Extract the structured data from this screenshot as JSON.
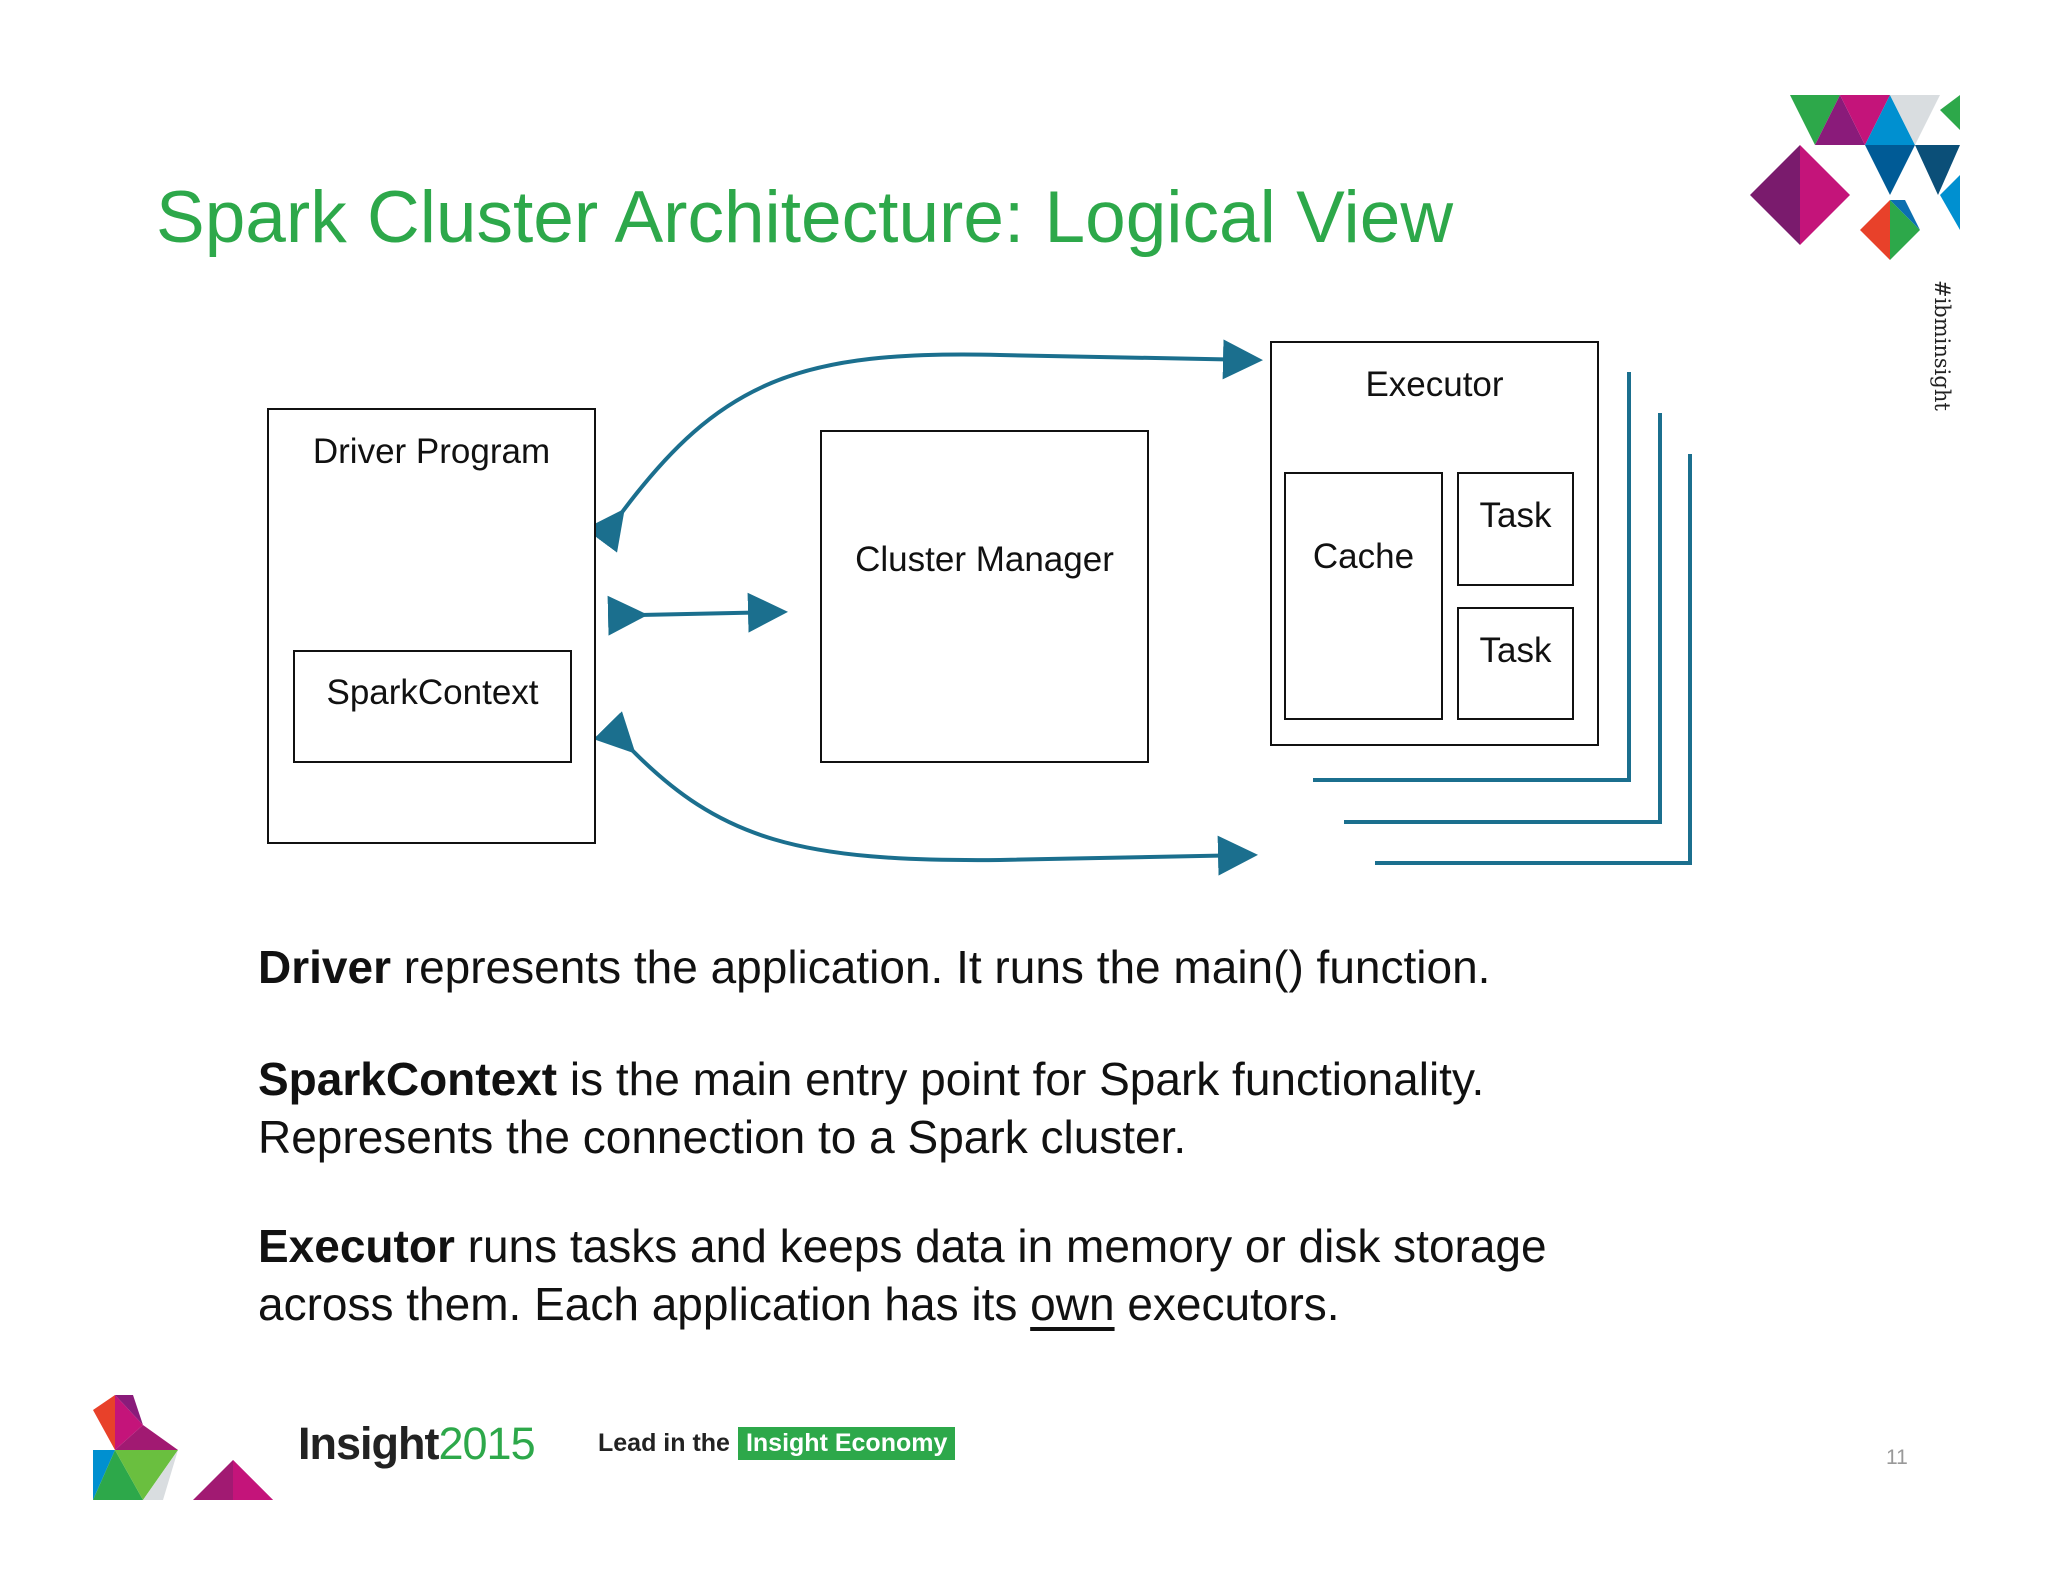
{
  "title": "Spark Cluster Architecture: Logical View",
  "hashtag": "#ibminsight",
  "diagram": {
    "driver_label": "Driver Program",
    "spark_context_label": "SparkContext",
    "cluster_manager_label": "Cluster Manager",
    "executor_label": "Executor",
    "cache_label": "Cache",
    "task1_label": "Task",
    "task2_label": "Task",
    "arrow_color": "#1b6f8e"
  },
  "descriptions": {
    "driver_term": "Driver",
    "driver_text": " represents the application. It runs the main() function.",
    "sc_term": "SparkContext",
    "sc_text": " is the main entry point for Spark functionality.",
    "sc_text2": "Represents the connection to a Spark cluster.",
    "exec_term": "Executor",
    "exec_text": " runs tasks and keeps data in memory or disk storage",
    "exec_text2_a": "across them. Each application has its ",
    "exec_text2_u": "own",
    "exec_text2_b": " executors."
  },
  "footer": {
    "brand_word": "Insight",
    "brand_year": "2015",
    "tagline_prefix": "Lead in the",
    "tagline_highlight": "Insight Economy",
    "page_number": "11"
  },
  "colors": {
    "title": "#2da84a",
    "accent_green": "#2da84a",
    "accent_blue": "#1b6f8e"
  }
}
